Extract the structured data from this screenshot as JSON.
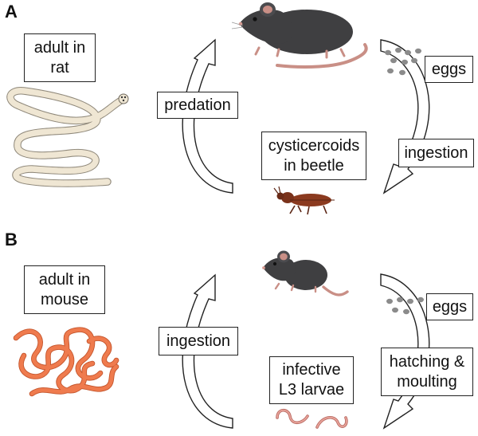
{
  "panel_a": {
    "letter": "A",
    "host_label": [
      "adult in",
      "rat"
    ],
    "left_arrow_label": "predation",
    "right_top_label": "eggs",
    "right_mid_label": "ingestion",
    "bottom_label": [
      "cysticercoids",
      "in beetle"
    ],
    "icons": [
      "tapeworm-icon",
      "rat-icon",
      "beetle-icon",
      "eggs-icon"
    ]
  },
  "panel_b": {
    "letter": "B",
    "host_label": [
      "adult in",
      "mouse"
    ],
    "left_arrow_label": "ingestion",
    "right_top_label": "eggs",
    "right_mid_label": [
      "hatching &",
      "moulting"
    ],
    "bottom_label": [
      "infective",
      "L3 larvae"
    ],
    "icons": [
      "nematode-icon",
      "mouse-icon",
      "larvae-icon",
      "eggs-icon"
    ]
  },
  "colors": {
    "outline": "#222222",
    "rodent": "#3f3f41",
    "tail": "#c98f86",
    "tapeworm": "#efe6d3",
    "nematode": "#ef7b4e",
    "beetle": "#8b3a1f",
    "egg": "#8b8b8b"
  }
}
